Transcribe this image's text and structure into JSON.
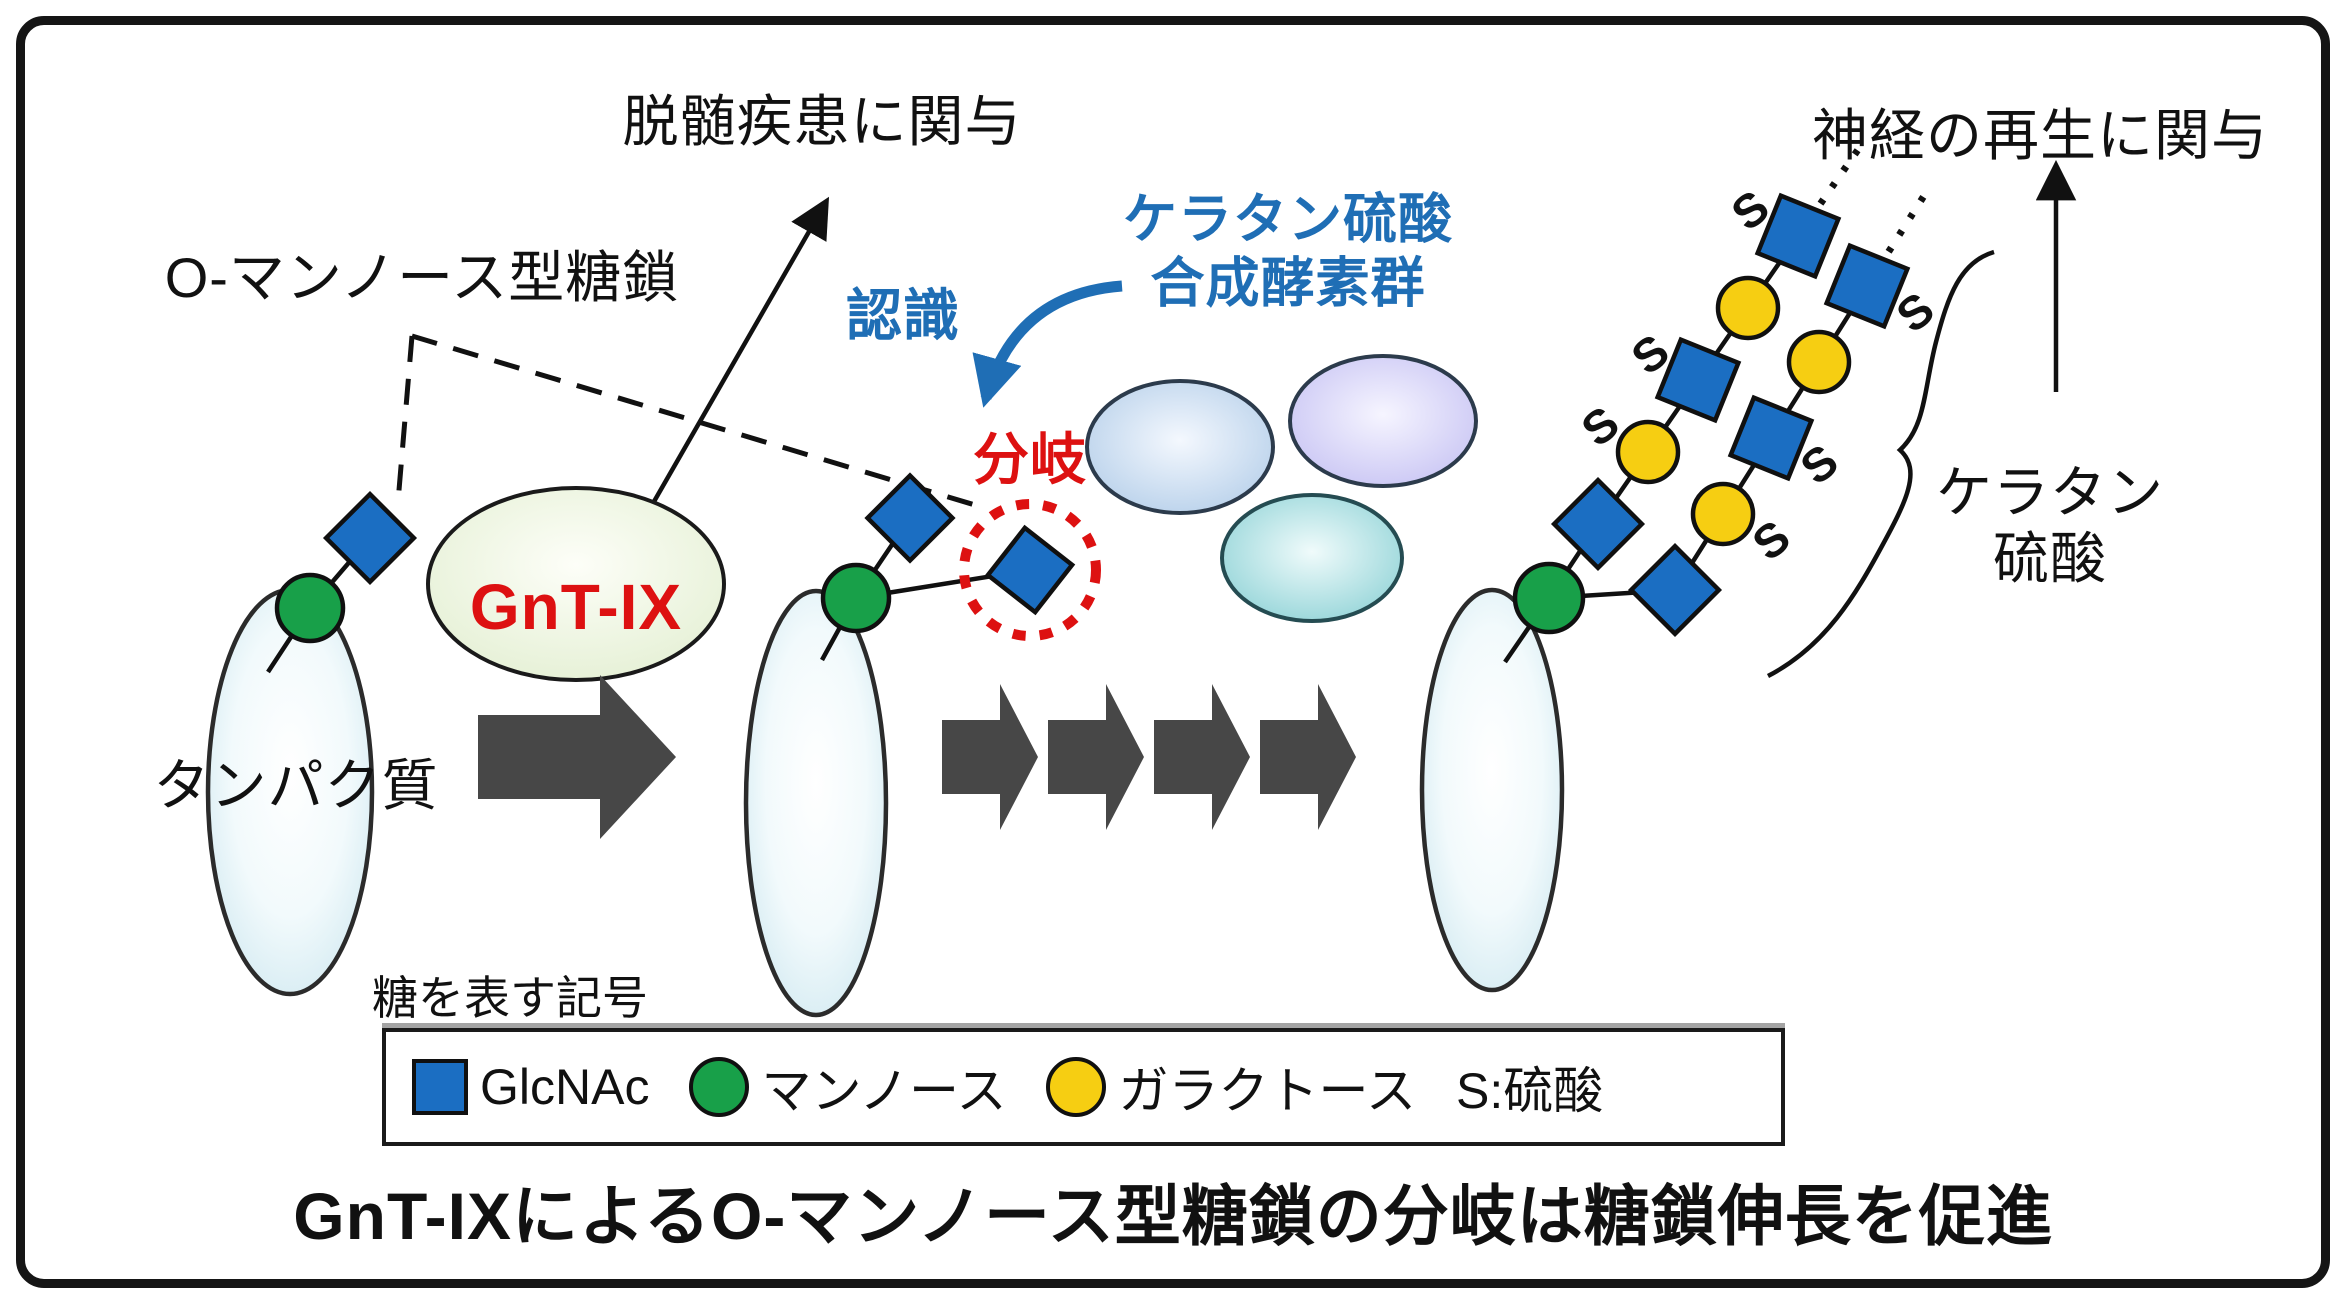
{
  "title": "GnT-IXによるO-マンノース型糖鎖の分岐は糖鎖伸長を促進",
  "labels": {
    "o_mannose_glycan": "O-マンノース型糖鎖",
    "demyelinating_disease": "脱髄疾患に関与",
    "nerve_regeneration": "神経の再生に関与",
    "protein": "タンパク質",
    "enzyme_name": "GnT-IX",
    "recognition": "認識",
    "branching": "分岐",
    "ks_enzymes_line1": "ケラタン硫酸",
    "ks_enzymes_line2": "合成酵素群",
    "keratan_line1": "ケラタン",
    "keratan_line2": "硫酸"
  },
  "legend": {
    "heading": "糖を表す記号",
    "items": [
      {
        "symbol": "glcnac-square",
        "label": "GlcNAc"
      },
      {
        "symbol": "mannose-circle",
        "label": "マンノース"
      },
      {
        "symbol": "galactose-circle",
        "label": "ガラクトース"
      },
      {
        "symbol": "sulfate-letter",
        "label": "S:硫酸"
      }
    ]
  },
  "symbols": {
    "sulfate_letter": "S"
  },
  "colors": {
    "glcnac_blue": "#1b6ec2",
    "mannose_green": "#18a049",
    "galactose_yellow": "#f6ce12",
    "accent_red": "#dd1111",
    "accent_blue": "#1f6eb5",
    "arrow_gray": "#474747"
  },
  "keratan_chains": {
    "left_chain": {
      "nodes": [
        "glcnac",
        "galactose",
        "glcnac",
        "galactose",
        "glcnac"
      ],
      "sulfated": [
        false,
        true,
        true,
        false,
        true
      ]
    },
    "right_chain": {
      "nodes": [
        "glcnac",
        "galactose",
        "glcnac",
        "galactose",
        "glcnac"
      ],
      "sulfated": [
        false,
        true,
        true,
        false,
        true
      ]
    }
  }
}
